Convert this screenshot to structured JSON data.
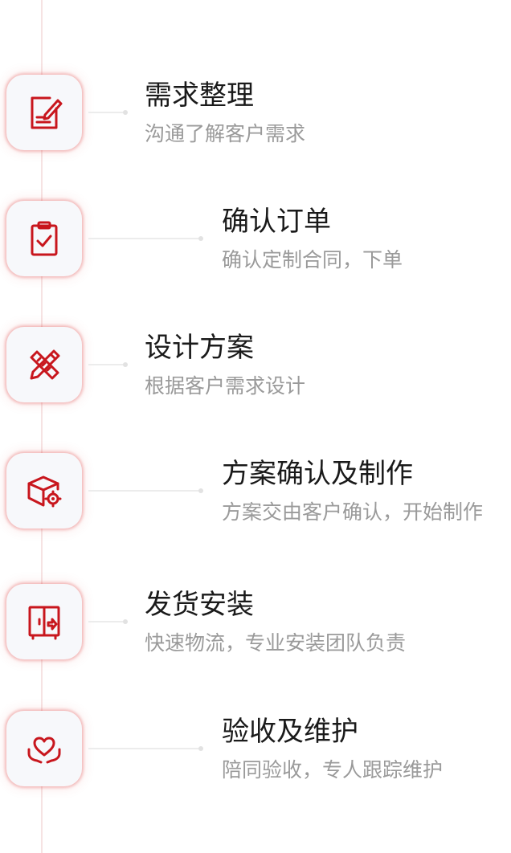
{
  "colors": {
    "accent": "#c8161d",
    "title": "#1a1a1a",
    "description": "#9a9a9a",
    "line": "#f6e3e3"
  },
  "steps": [
    {
      "title": "需求整理",
      "description": "沟通了解客户需求",
      "icon": "document-edit-icon"
    },
    {
      "title": "确认订单",
      "description": "确认定制合同，下单",
      "icon": "clipboard-check-icon"
    },
    {
      "title": "设计方案",
      "description": "根据客户需求设计",
      "icon": "pencil-ruler-icon"
    },
    {
      "title": "方案确认及制作",
      "description": "方案交由客户确认，开始制作",
      "icon": "box-gear-icon"
    },
    {
      "title": "发货安装",
      "description": "快速物流，专业安装团队负责",
      "icon": "door-install-icon"
    },
    {
      "title": "验收及维护",
      "description": "陪同验收，专人跟踪维护",
      "icon": "heart-hands-icon"
    }
  ]
}
